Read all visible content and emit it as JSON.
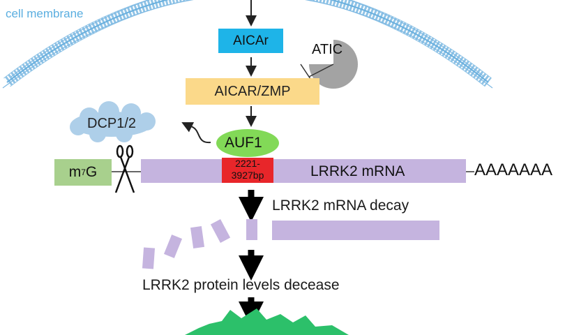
{
  "membrane": {
    "label": "cell membrane",
    "color": "#4aa3d8"
  },
  "nodes": {
    "aicar": {
      "label": "AICAr",
      "color": "#1eb4e8"
    },
    "atic": {
      "label": "ATIC",
      "color": "#9a9a9a"
    },
    "aicar_zmp": {
      "label": "AICAR/ZMP",
      "color": "#fbd98a"
    },
    "dcp": {
      "label": "DCP1/2",
      "color": "#aecfe9"
    },
    "auf1": {
      "label": "AUF1",
      "color": "#7dd64f"
    }
  },
  "mrna": {
    "cap_base": "m",
    "cap_sup": "7",
    "cap_end": "G",
    "cap_color": "#a8d08d",
    "label": "LRRK2 mRNA",
    "region_line1": "2221-",
    "region_line2": "3927bp",
    "region_color": "#e8262a",
    "body_color": "#c5b4df",
    "tail": "AAAAAAA"
  },
  "decay_label": "LRRK2 mRNA decay",
  "protein_label": "LRRK2 protein levels decease",
  "icons": [
    "scissors-icon",
    "inhibition-icon",
    "arrow-icon",
    "starburst-icon"
  ]
}
